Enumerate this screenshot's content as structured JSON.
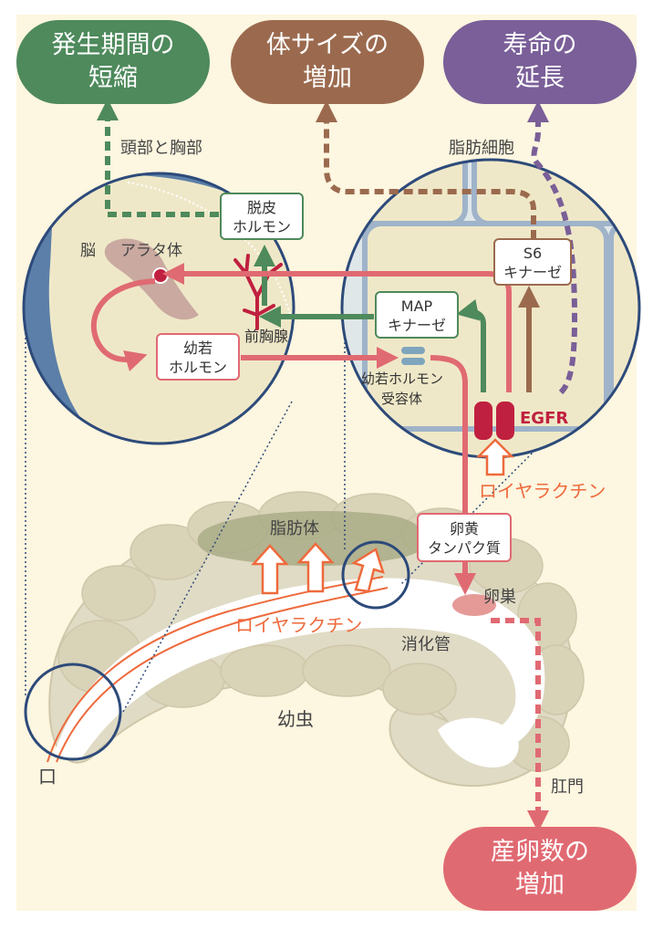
{
  "outcomes": {
    "development": {
      "line1": "発生期間の",
      "line2": "短縮"
    },
    "body_size": {
      "line1": "体サイズの",
      "line2": "増加"
    },
    "lifespan": {
      "line1": "寿命の",
      "line2": "延長"
    },
    "egg_count": {
      "line1": "産卵数の",
      "line2": "増加"
    }
  },
  "brain_panel": {
    "head_thorax": "頭部と胸部",
    "brain": "脳",
    "corpora_allata": "アラタ体",
    "ecdysone_line1": "脱皮",
    "ecdysone_line2": "ホルモン",
    "prothoracic_gland": "前胸腺",
    "jh_line1": "幼若",
    "jh_line2": "ホルモン"
  },
  "fat_panel": {
    "fat_cell": "脂肪細胞",
    "s6_line1": "S6",
    "s6_line2": "キナーゼ",
    "map_line1": "MAP",
    "map_line2": "キナーゼ",
    "jh_receptor_line1": "幼若ホルモン",
    "jh_receptor_line2": "受容体",
    "egfr": "EGFR",
    "royalactin": "ロイヤラクチン"
  },
  "larva": {
    "fat_body": "脂肪体",
    "vitellogenin_line1": "卵黄",
    "vitellogenin_line2": "タンパク質",
    "ovary": "卵巣",
    "royalactin": "ロイヤラクチン",
    "gut": "消化管",
    "larva": "幼虫",
    "mouth": "口",
    "anus": "肛門"
  },
  "colors": {
    "background": "#fdf6e0",
    "green": "#4e8a5c",
    "brown": "#9b6a4e",
    "purple": "#7a5f98",
    "pink": "#e06a72",
    "navy": "#2d4a7a",
    "orange": "#ee6a3c",
    "crimson": "#c0203f"
  }
}
